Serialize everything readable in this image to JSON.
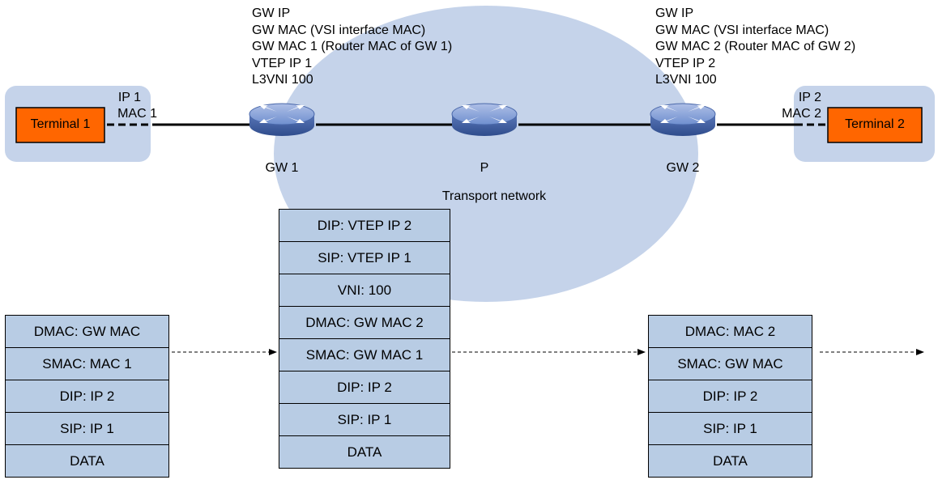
{
  "terminals": {
    "left": {
      "name": "Terminal 1",
      "ip": "IP 1",
      "mac": "MAC 1"
    },
    "right": {
      "name": "Terminal 2",
      "ip": "IP 2",
      "mac": "MAC 2"
    }
  },
  "nodes": {
    "gw1": {
      "label": "GW 1",
      "info": [
        "GW IP",
        "GW MAC (VSI interface MAC)",
        "GW MAC 1 (Router MAC of GW 1)",
        "VTEP IP 1",
        "L3VNI 100"
      ]
    },
    "p": {
      "label": "P"
    },
    "gw2": {
      "label": "GW 2",
      "info": [
        "GW IP",
        "GW MAC (VSI interface MAC)",
        "GW MAC 2 (Router MAC of GW 2)",
        "VTEP IP 2",
        "L3VNI 100"
      ]
    }
  },
  "network": {
    "label": "Transport network"
  },
  "packets": {
    "original": [
      "DMAC: GW MAC",
      "SMAC: MAC 1",
      "DIP: IP 2",
      "SIP: IP 1",
      "DATA"
    ],
    "encapsulated": [
      "DIP: VTEP IP 2",
      "SIP: VTEP IP 1",
      "VNI: 100",
      "DMAC: GW MAC 2",
      "SMAC: GW MAC 1",
      "DIP: IP 2",
      "SIP: IP 1",
      "DATA"
    ],
    "decapsulated": [
      "DMAC: MAC 2",
      "SMAC: GW MAC",
      "DIP: IP 2",
      "SIP: IP 1",
      "DATA"
    ]
  },
  "colors": {
    "network_fill": "#c5d3ea",
    "terminal_zone": "#c5d3ea",
    "terminal_box": "#ff6600",
    "header_cell": "#b8cce4",
    "router_body": "#5b7bbd"
  }
}
